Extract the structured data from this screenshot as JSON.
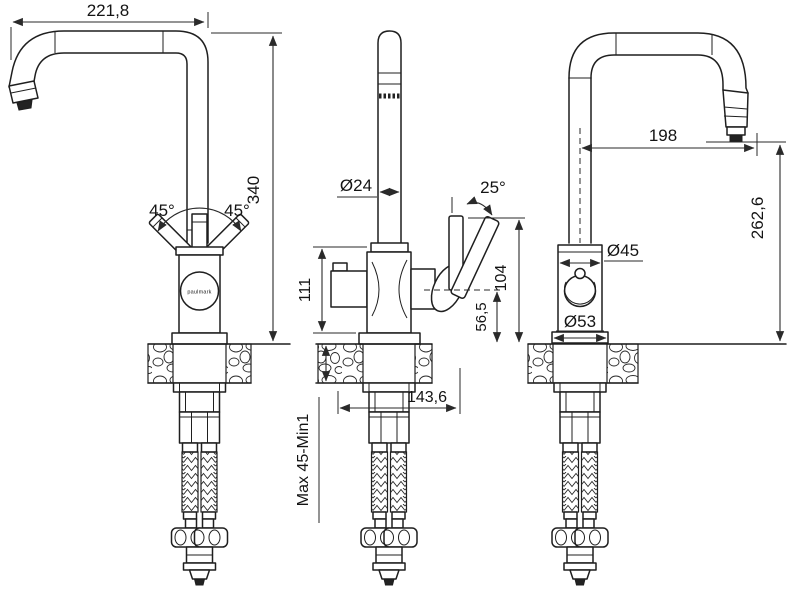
{
  "drawing": {
    "brand_logo": "paulmark",
    "colors": {
      "line": "#1f1f1f",
      "background": "#ffffff"
    },
    "dimensions": {
      "reach_left": "221,8",
      "total_height": "340",
      "handle_angle_left": "45°",
      "handle_angle_right": "45°",
      "spout_diameter": "Ø24",
      "lever_tilt": "25°",
      "body_height": "111",
      "lever_height": "104",
      "pivot_height": "56,5",
      "total_depth": "143,6",
      "mount_thickness": "Max 45-Min1",
      "reach_right": "198",
      "outlet_height": "262,6",
      "body_diameter": "Ø45",
      "base_diameter": "Ø53"
    }
  }
}
